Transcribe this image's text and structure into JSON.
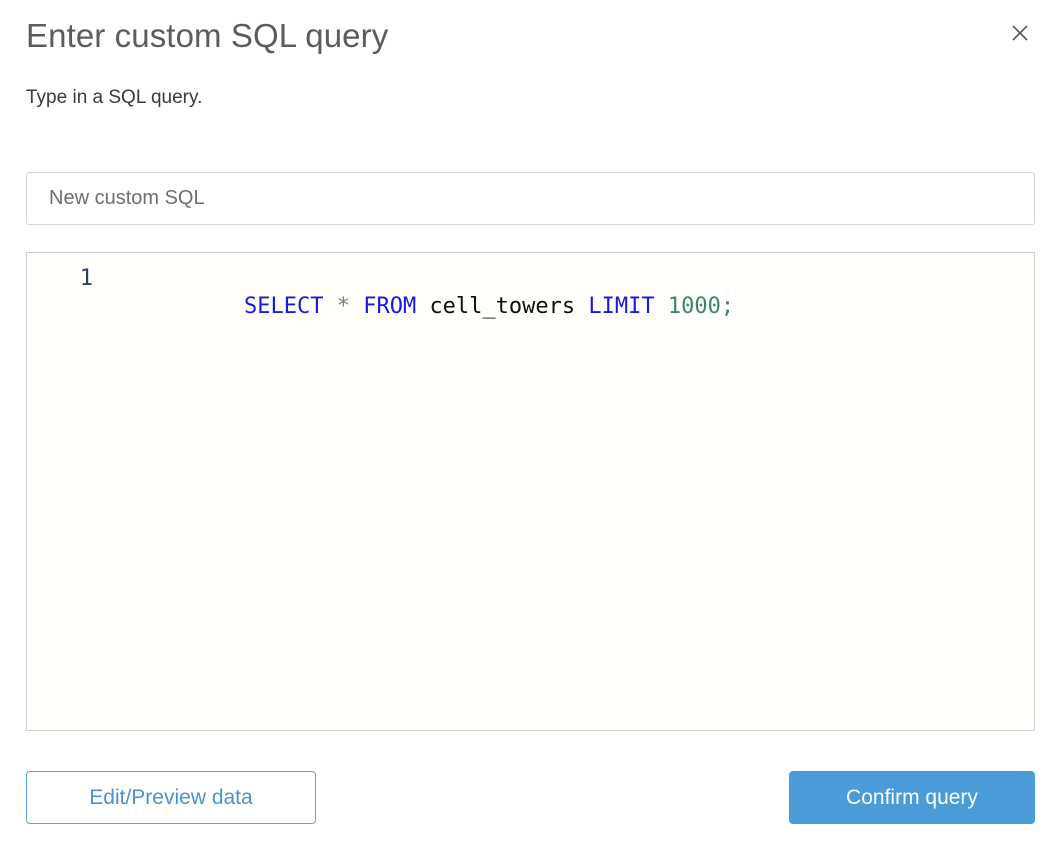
{
  "dialog": {
    "title": "Enter custom SQL query",
    "subtitle": "Type in a SQL query.",
    "close_icon": "close-icon"
  },
  "name_field": {
    "value": "New custom SQL",
    "placeholder": "New custom SQL"
  },
  "editor": {
    "line_numbers": [
      "1"
    ],
    "full_text": "SELECT * FROM cell_towers LIMIT 1000;",
    "tokens": [
      {
        "text": "SELECT",
        "type": "keyword"
      },
      {
        "text": " ",
        "type": "plain"
      },
      {
        "text": "*",
        "type": "operator"
      },
      {
        "text": " ",
        "type": "plain"
      },
      {
        "text": "FROM",
        "type": "keyword"
      },
      {
        "text": " ",
        "type": "plain"
      },
      {
        "text": "cell_towers",
        "type": "identifier"
      },
      {
        "text": " ",
        "type": "plain"
      },
      {
        "text": "LIMIT",
        "type": "keyword"
      },
      {
        "text": " ",
        "type": "plain"
      },
      {
        "text": "1000",
        "type": "number"
      },
      {
        "text": ";",
        "type": "punctuation"
      }
    ]
  },
  "footer": {
    "secondary_label": "Edit/Preview data",
    "primary_label": "Confirm query"
  },
  "colors": {
    "accent_blue": "#4a9bd8",
    "outline_blue": "#5ba3dc",
    "keyword_blue": "#1919e6",
    "number_green": "#3a8a63",
    "operator_gray": "#808080",
    "title_gray": "#5c5c5c",
    "subtitle_gray": "#3b3b3b",
    "border_gray": "#d6d6d6",
    "editor_bg": "#fffffc",
    "line_number_navy": "#2b3a67"
  }
}
